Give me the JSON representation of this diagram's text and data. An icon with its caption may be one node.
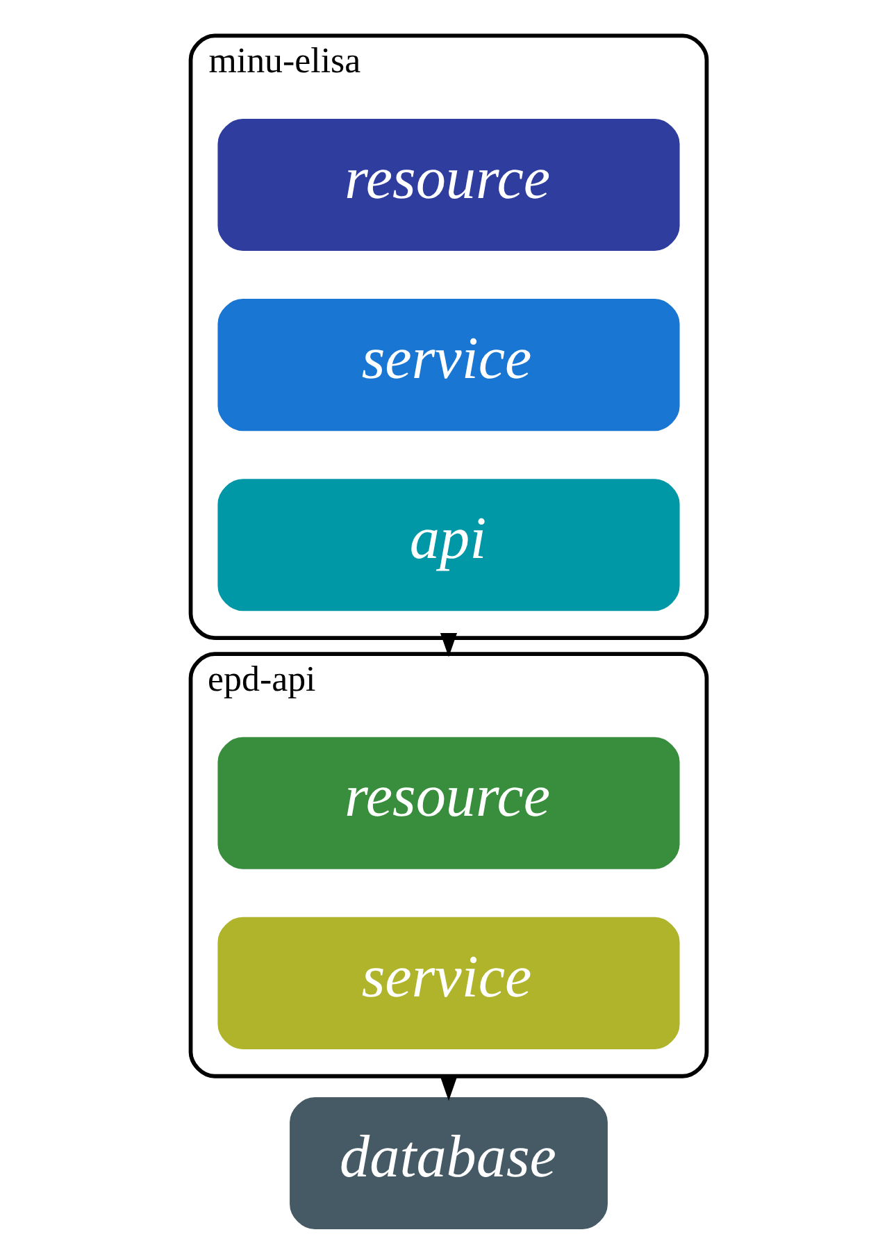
{
  "diagram": {
    "nodes": [
      {
        "text": [
          "minu-elisa"
        ]
      },
      {
        "text": [
          "resource"
        ],
        "in": 0
      },
      {
        "text": [
          "service"
        ],
        "in": 0
      },
      {
        "text": [
          "api"
        ],
        "in": 0
      },
      {
        "text": [
          "epd-api"
        ]
      },
      {
        "text": [
          "resource"
        ],
        "in": 4
      },
      {
        "text": [
          "service"
        ],
        "in": 4
      },
      {
        "text": [
          "database"
        ]
      }
    ],
    "edges": [
      {
        "from": 0,
        "to": 4,
        "arrow": "to"
      },
      {
        "from": 4,
        "to": 7,
        "arrow": "to"
      }
    ]
  }
}
